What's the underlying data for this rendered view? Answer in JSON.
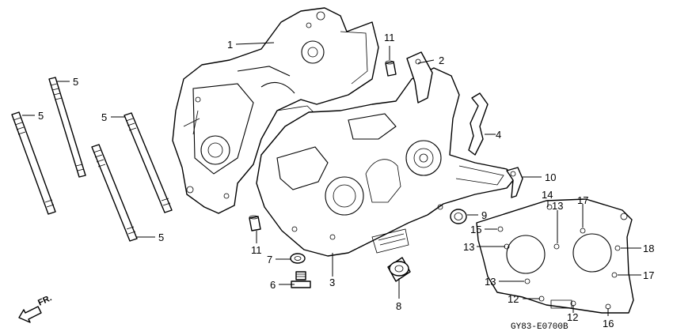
{
  "diagram": {
    "callouts": {
      "c1": "1",
      "c2": "2",
      "c3": "3",
      "c4": "4",
      "c5a": "5",
      "c5b": "5",
      "c5c": "5",
      "c5d": "5",
      "c6": "6",
      "c7": "7",
      "c8": "8",
      "c9": "9",
      "c10": "10",
      "c11a": "11",
      "c11b": "11",
      "c12a": "12",
      "c12b": "12",
      "c13a": "13",
      "c13b": "13",
      "c13c": "13",
      "c14": "14",
      "c15": "15",
      "c16": "16",
      "c17a": "17",
      "c17b": "17",
      "c18": "18"
    },
    "direction_label": "FR.",
    "drawing_code": "GY83-E0700B"
  }
}
